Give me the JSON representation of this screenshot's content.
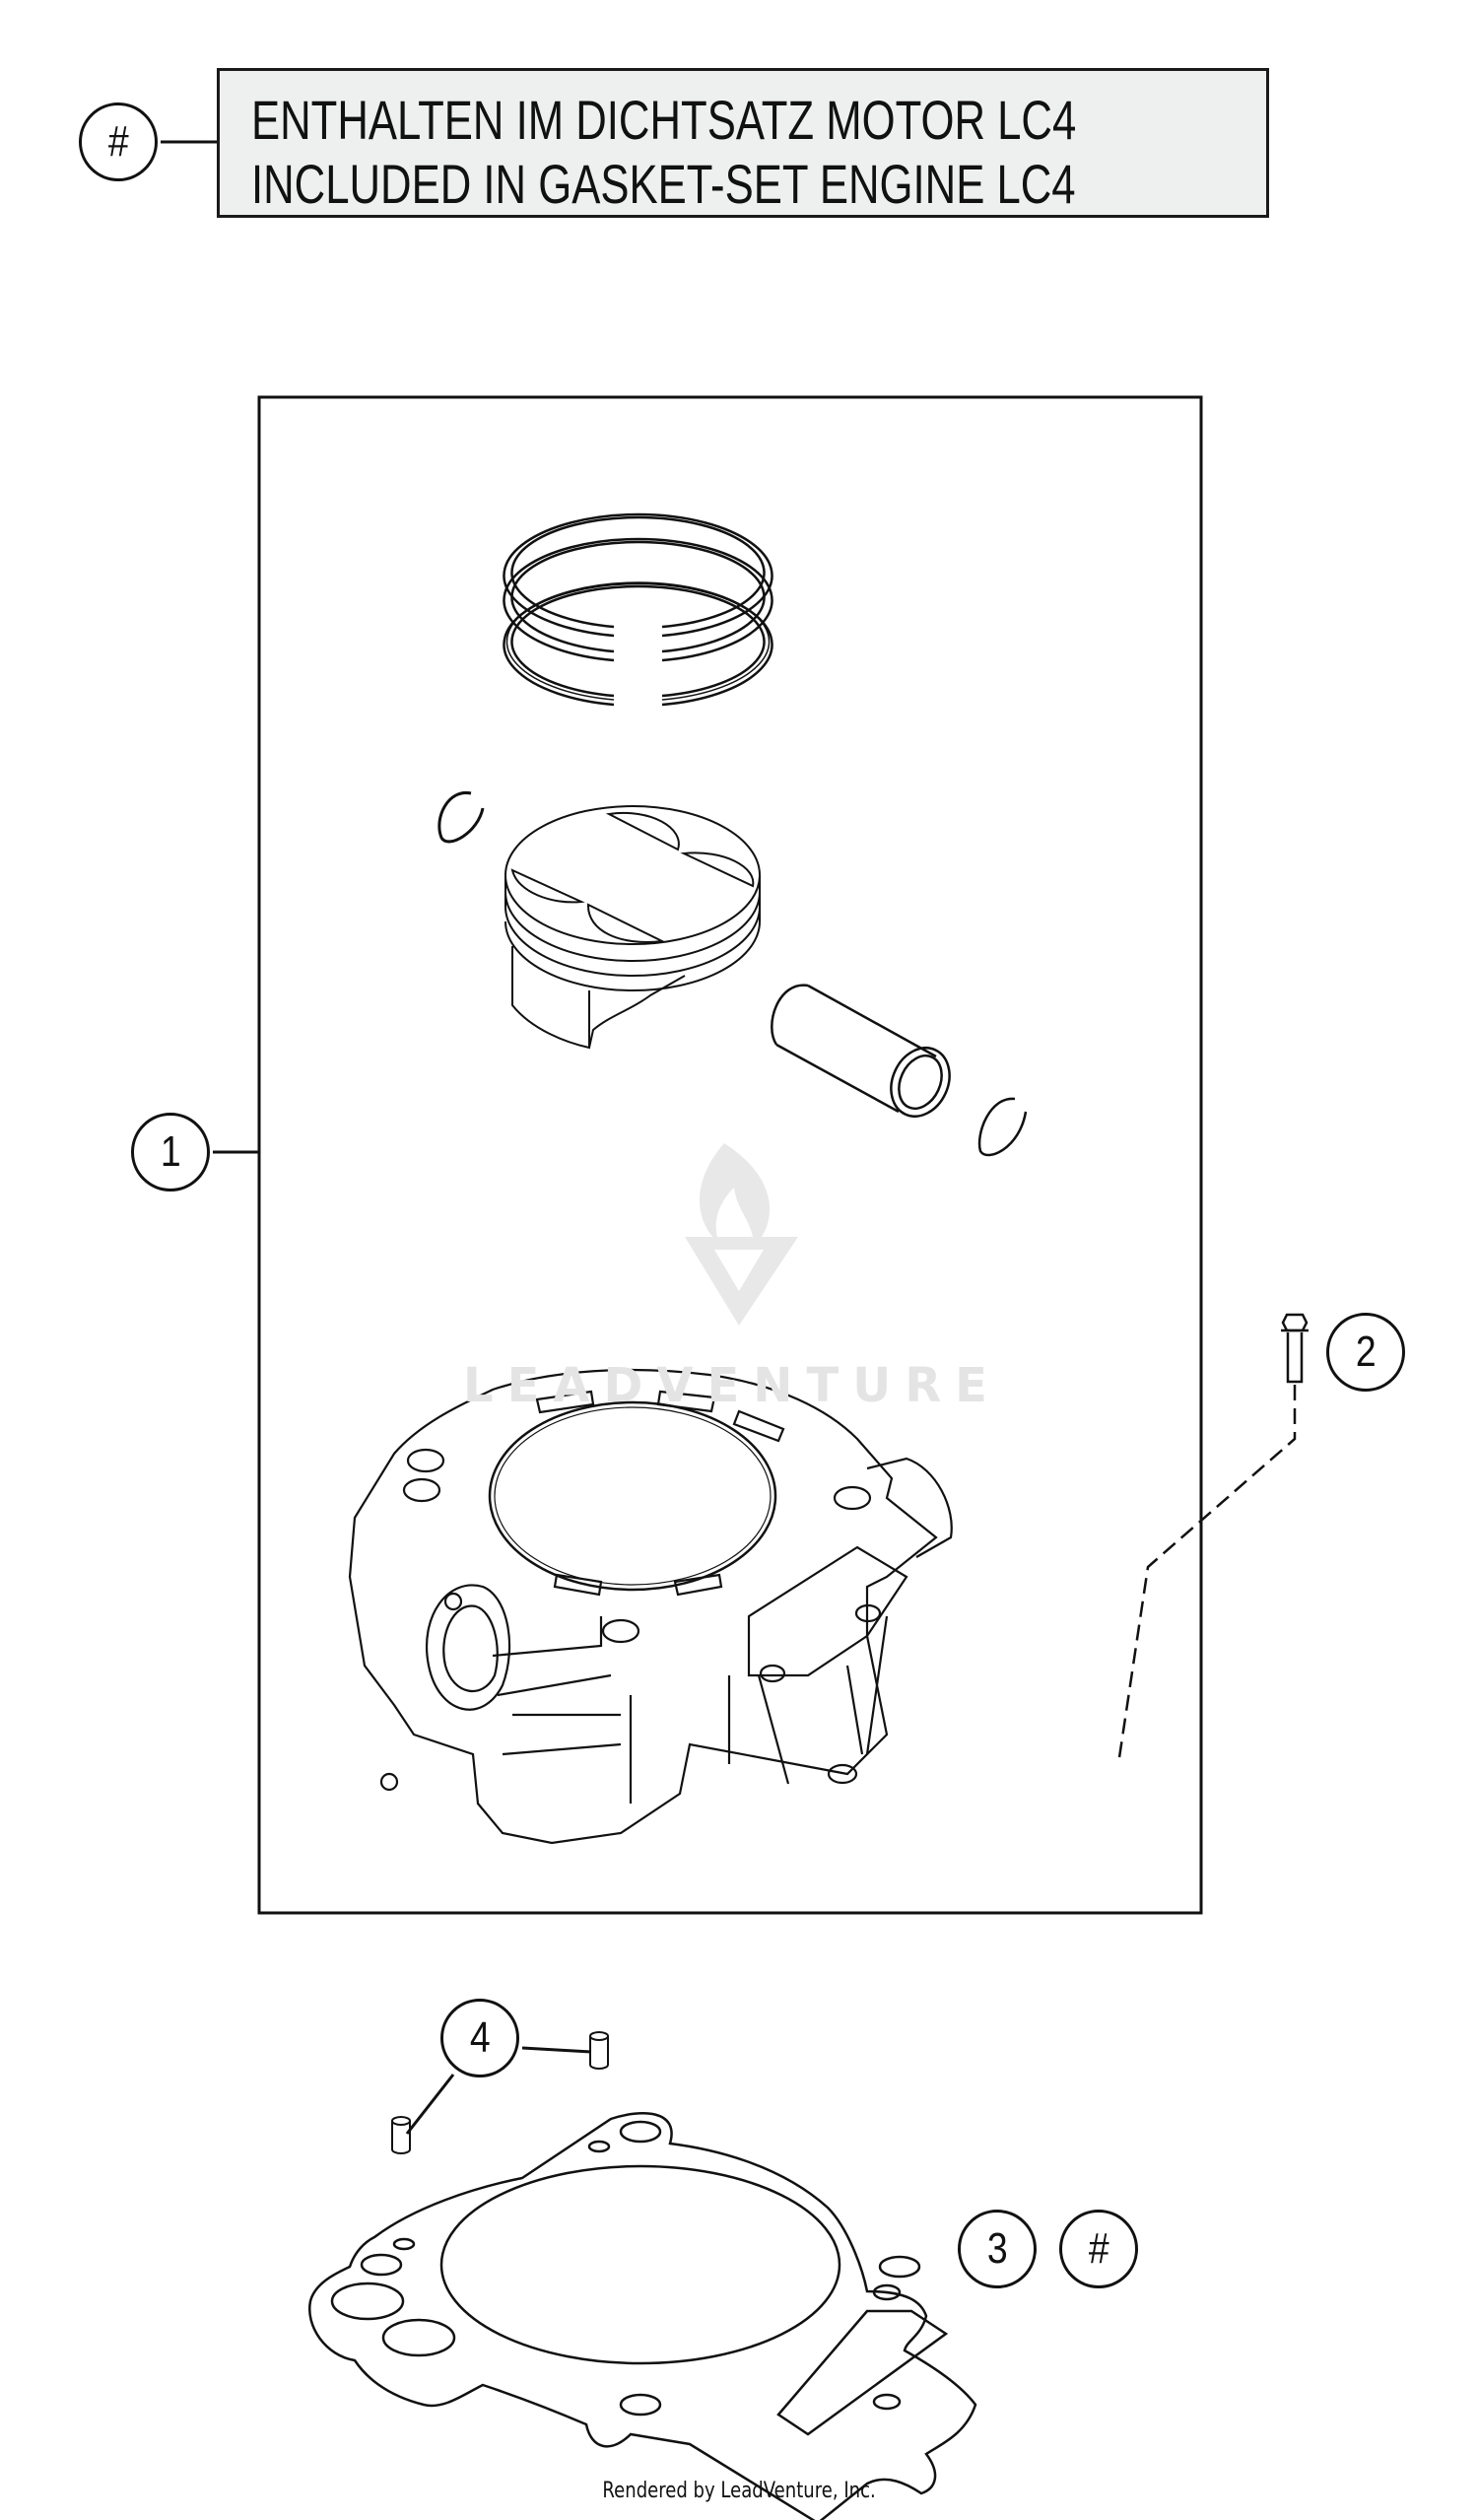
{
  "legend": {
    "symbol": "#",
    "line_de": "ENTHALTEN IM DICHTSATZ MOTOR LC4",
    "line_en": "INCLUDED IN GASKET-SET ENGINE LC4"
  },
  "callouts": [
    {
      "id": "1",
      "label": "1",
      "part": "cylinder-piston-kit"
    },
    {
      "id": "2",
      "label": "2",
      "part": "screw"
    },
    {
      "id": "3",
      "label": "3",
      "part": "cylinder-base-gasket"
    },
    {
      "id": "4",
      "label": "4",
      "part": "dowel-pin"
    }
  ],
  "gasket_marker": "#",
  "watermark": "LEADVENTURE",
  "footer": "Rendered by LeadVenture, Inc.",
  "colors": {
    "line": "#111111",
    "legend_fill": "#eef0f0",
    "watermark": "#e4e4e4"
  }
}
